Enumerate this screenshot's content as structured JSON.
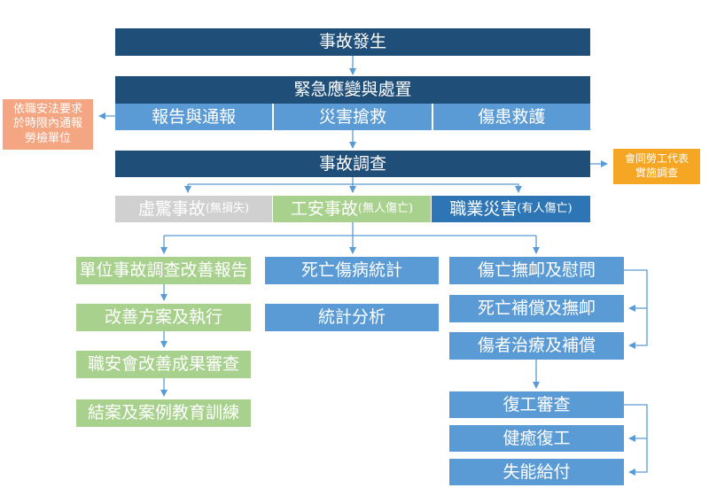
{
  "top": {
    "accident": "事故發生",
    "emergency": "緊急應變與處置",
    "actions": [
      "報告與通報",
      "災害搶救",
      "傷患救護"
    ],
    "investigation": "事故調查"
  },
  "side_notes": {
    "report_rule": [
      "依職安法要求",
      "於時限內通報",
      "勞檢單位"
    ],
    "labor_rep": [
      "會同勞工代表",
      "實施調查"
    ]
  },
  "categories": {
    "near_miss": {
      "label": "虛驚事故",
      "sub": "(無損失)"
    },
    "safety": {
      "label": "工安事故",
      "sub": "(無人傷亡)"
    },
    "occupational": {
      "label": "職業災害",
      "sub": "(有人傷亡)"
    }
  },
  "left_column": [
    "單位事故調查改善報告",
    "改善方案及執行",
    "職安會改善成果審查",
    "結案及案例教育訓練"
  ],
  "middle_column": [
    "死亡傷病統計",
    "統計分析"
  ],
  "right_column": [
    "傷亡撫卹及慰問",
    "死亡補償及撫卹",
    "傷者治療及補償"
  ],
  "right_lower": [
    "復工審查",
    "健癒復工",
    "失能給付"
  ],
  "colors": {
    "navy": "#1f4e79",
    "blue": "#5b9bd5",
    "gray": "#d0d0d0",
    "green": "#a9d18e",
    "salmon": "#f4a582",
    "amber": "#f5a623",
    "connector": "#5b9bd5"
  }
}
